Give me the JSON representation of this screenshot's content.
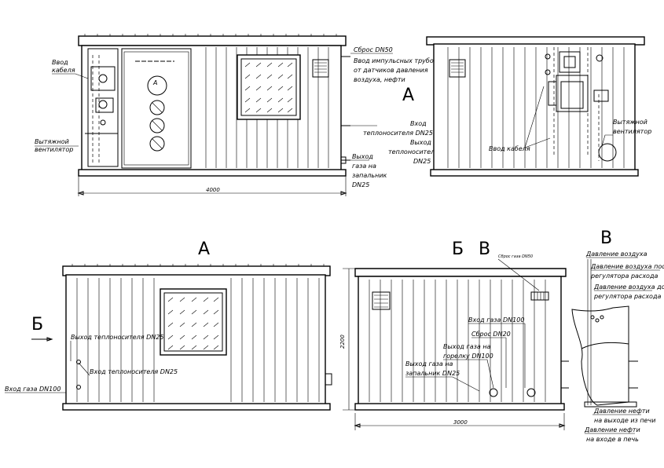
{
  "views": {
    "top_front": {
      "labels": {
        "kabel": [
          "Ввод",
          "кабеля"
        ],
        "ventilator": [
          "Вытяжной",
          "вентилятор"
        ],
        "sbros": "Сброс DN50",
        "impulse": [
          "Ввод импульсных трубок",
          "от датчиков давления",
          "воздуха, нефти"
        ],
        "teplonositel_in": [
          "Вход",
          "теплоносителя DN25"
        ],
        "teplonositel_out": [
          "Выход",
          "теплоносителя",
          "DN25"
        ],
        "gas_out": [
          "Выход",
          "газа на",
          "запальник",
          "DN25"
        ]
      },
      "dimension": "4000"
    },
    "top_side": {
      "labels": {
        "view_letter": "А",
        "ventilator": [
          "Вытяжной",
          "вентилятор"
        ],
        "kabel": "Ввод кабеля"
      }
    },
    "view_a": {
      "title": "А",
      "labels": {
        "arrow_letter": "Б",
        "teplo_out": "Выход теплоносителя DN25",
        "teplo_in": "Вход теплоносителя DN25",
        "gas_in": "Вход газа DN100"
      }
    },
    "view_b": {
      "title": "Б",
      "letter_v": "В",
      "labels": {
        "sbros_small": "Сброс газа DN50",
        "gas_in": "Вход газа DN100",
        "sbros": "Сброс DN20",
        "gas_burner": [
          "Выход газа на",
          "горелку DN100"
        ],
        "gas_pilot": [
          "Выход газа на",
          "запальник DN25"
        ]
      },
      "dimension_w": "3000",
      "dimension_h": "2200"
    },
    "view_v": {
      "title": "В",
      "labels": {
        "air": "Давление воздуха",
        "air_after": [
          "Давление воздуха после",
          "регулятора расхода"
        ],
        "air_before": [
          "Давление воздуха до",
          "регулятора расхода"
        ],
        "oil_out": [
          "Давление нефти",
          "на выходе из печи"
        ],
        "oil_in": [
          "Давление нефти",
          "на входе в печь"
        ]
      }
    }
  }
}
